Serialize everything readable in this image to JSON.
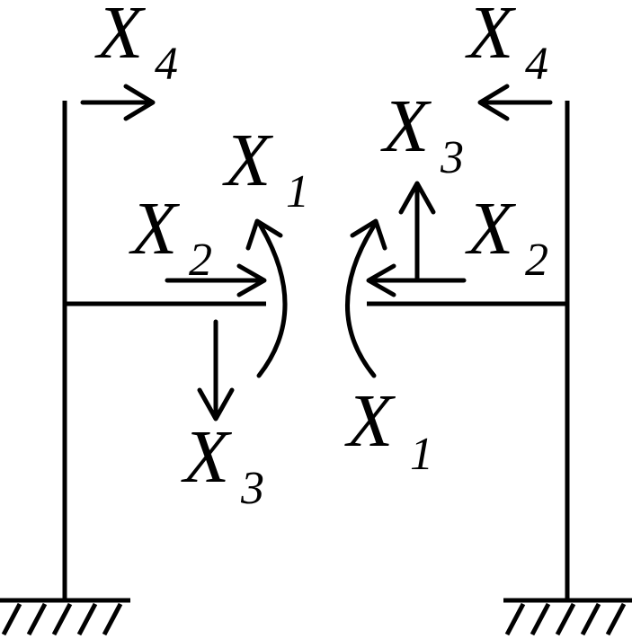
{
  "diagram": {
    "symbol": "X",
    "labels": {
      "left_x4_sub": "4",
      "right_x4_sub": "4",
      "left_x1_sub": "1",
      "right_x3_sub": "3",
      "left_x2_sub": "2",
      "right_x2_sub": "2",
      "left_x3_sub": "3",
      "right_x1_sub": "1"
    }
  }
}
